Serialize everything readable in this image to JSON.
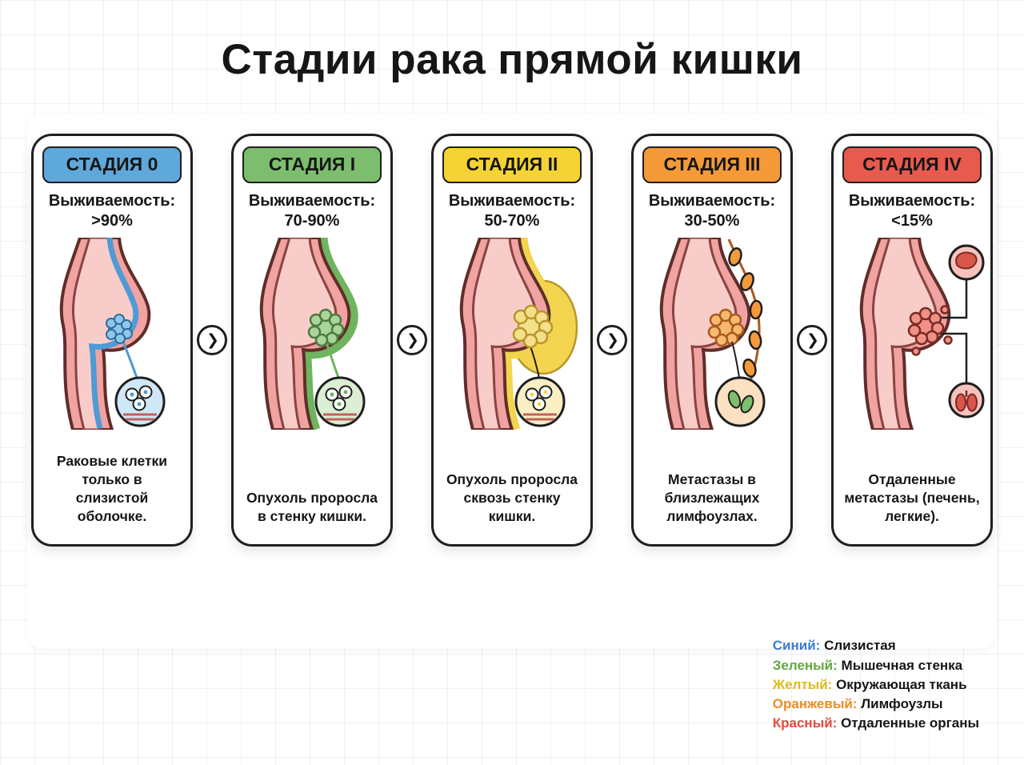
{
  "title": "Стадии рака прямой кишки",
  "arrow": "❯",
  "labels": {
    "survival": "Выживаемость:"
  },
  "stages": [
    {
      "name": "СТАДИЯ 0",
      "survival": ">90%",
      "description": "Раковые клетки только в слизистой оболочке.",
      "colors": {
        "header": "#5fa8dc",
        "layer": "#4e9bd6",
        "tumor": "#8ec7ea",
        "mag": "#cfe8f8"
      }
    },
    {
      "name": "СТАДИЯ I",
      "survival": "70-90%",
      "description": "Опухоль проросла в стенку кишки.",
      "colors": {
        "header": "#7cbe6e",
        "layer": "#6fb45f",
        "tumor": "#a9d49a",
        "mag": "#dcefd4"
      }
    },
    {
      "name": "СТАДИЯ II",
      "survival": "50-70%",
      "description": "Опухоль проросла сквозь стенку кишки.",
      "colors": {
        "header": "#f5d335",
        "layer": "#f3d44e",
        "tumor": "#f4e089",
        "mag": "#faefc3"
      }
    },
    {
      "name": "СТАДИЯ III",
      "survival": "30-50%",
      "description": "Метастазы в близлежащих лимфоузлах.",
      "colors": {
        "header": "#f49a38",
        "layer": "#f49a38",
        "tumor": "#f7b870",
        "mag": "#fbe1c2"
      }
    },
    {
      "name": "СТАДИЯ IV",
      "survival": "<15%",
      "description": "Отдаленные метастазы (печень, легкие).",
      "colors": {
        "header": "#e95a4e",
        "layer": "#e95a4e",
        "tumor": "#ef9187",
        "mag": "#f6c3bc"
      }
    }
  ],
  "legend": [
    {
      "color_name": "Синий:",
      "label": "Слизистая",
      "color": "#3d7cd0"
    },
    {
      "color_name": "Зеленый:",
      "label": "Мышечная стенка",
      "color": "#63a83f"
    },
    {
      "color_name": "Желтый:",
      "label": "Окружающая ткань",
      "color": "#dfba1a"
    },
    {
      "color_name": "Оранжевый:",
      "label": "Лимфоузлы",
      "color": "#ed8d23"
    },
    {
      "color_name": "Красный:",
      "label": "Отдаленные органы",
      "color": "#e14b3d"
    }
  ]
}
